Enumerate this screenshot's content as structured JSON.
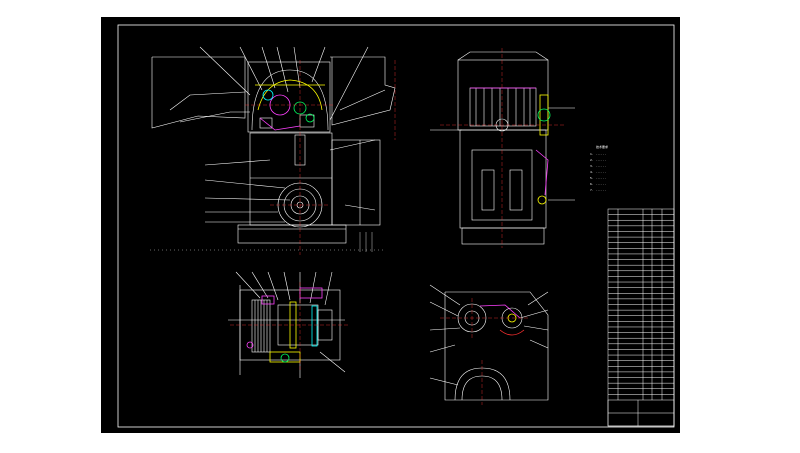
{
  "colors": {
    "page": "#ffffff",
    "sheet": "#000000",
    "linework": "#ffffff",
    "centerlines": "#ff3030",
    "part_yellow": "#ffff00",
    "part_magenta": "#ff40ff",
    "part_green": "#00ff60",
    "part_cyan": "#00ffff"
  },
  "notes": {
    "heading": "技术要求",
    "lines": [
      "1. ......",
      "2. ......",
      "3. ......",
      "4. ......",
      "5. ......",
      "6. ......",
      "7. ......"
    ]
  },
  "title_block": {
    "drawing_title": "",
    "part_rows": 34
  }
}
